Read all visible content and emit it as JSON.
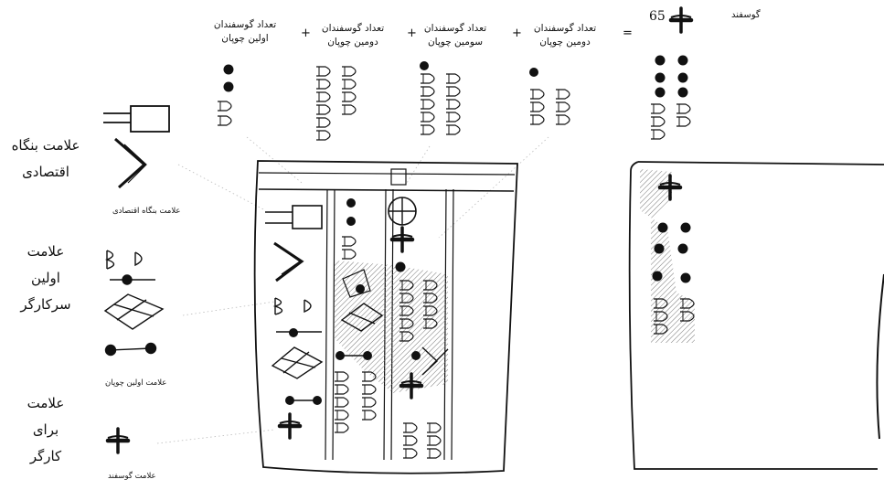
{
  "header": {
    "columns": [
      {
        "line1": "تعداد گوسفندان",
        "line2": "اولین چوپان"
      },
      {
        "line1": "تعداد گوسفندان",
        "line2": "دومین چوپان"
      },
      {
        "line1": "تعداد گوسفندان",
        "line2": "سومین چوپان"
      },
      {
        "line1": "تعداد گوسفندان",
        "line2": "دومین چوپان"
      }
    ],
    "plus": "+",
    "equals": "=",
    "total_number": "65",
    "total_word": "گوسفند"
  },
  "side_labels": {
    "economic_unit": {
      "line1": "علامت بنگاه",
      "line2": "اقتصادی",
      "caption": "علامت بنگاه اقتصادی"
    },
    "first_foreman": {
      "line1": "علامت",
      "line2": "اولین",
      "line3": "سرکارگر",
      "caption": "علامت اولین چوپان"
    },
    "worker": {
      "line1": "علامت",
      "line2": "برای",
      "line3": "کارگر",
      "caption": "علامت گوسفند"
    }
  }
}
